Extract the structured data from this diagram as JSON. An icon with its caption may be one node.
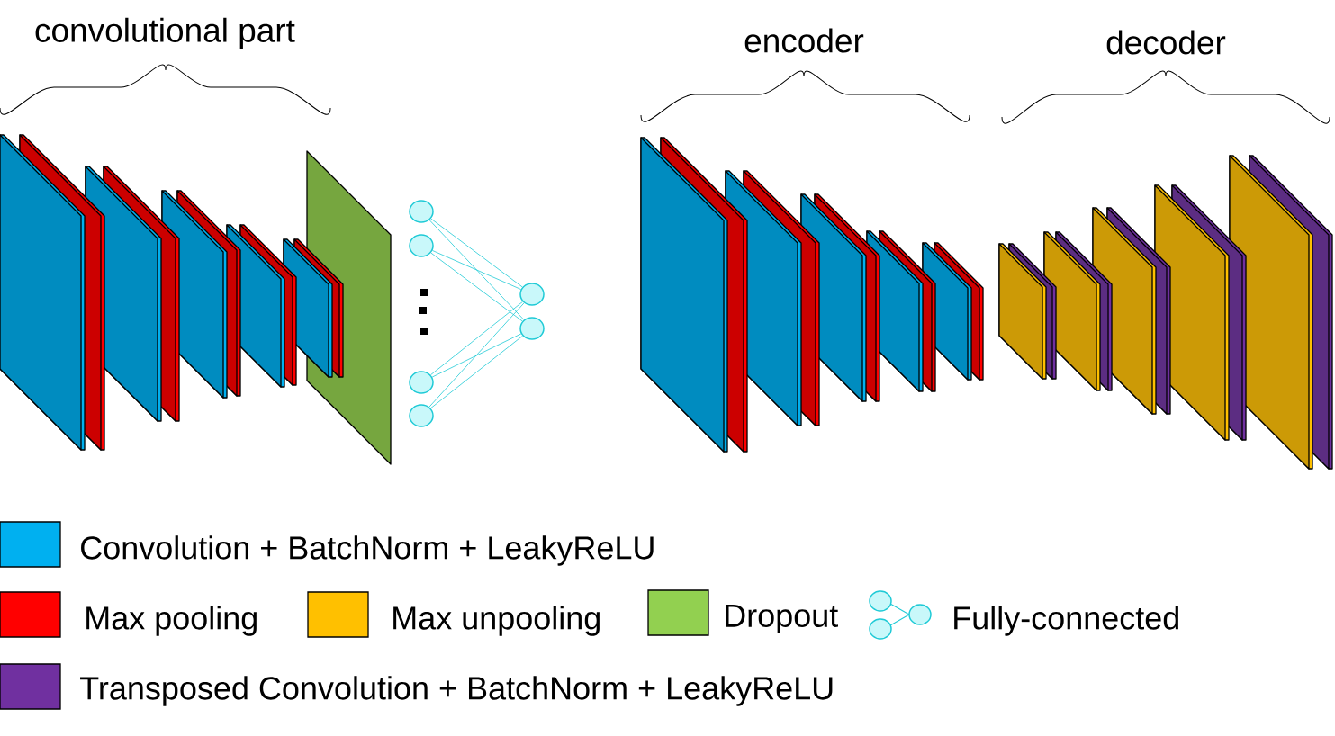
{
  "diagram": {
    "nodes": [
      {
        "text": [],
        "shape": "circle"
      },
      {
        "text": [],
        "shape": "circle"
      },
      {
        "text": [],
        "shape": "circle"
      },
      {
        "text": [],
        "shape": "circle"
      },
      {
        "text": [],
        "shape": "circle"
      },
      {
        "text": [],
        "shape": "circle"
      }
    ],
    "edges": [
      {
        "from": 0,
        "to": 4,
        "arrow": "none"
      },
      {
        "from": 0,
        "to": 5,
        "arrow": "none"
      },
      {
        "from": 1,
        "to": 4,
        "arrow": "none"
      },
      {
        "from": 1,
        "to": 5,
        "arrow": "none"
      },
      {
        "from": 2,
        "to": 4,
        "arrow": "none"
      },
      {
        "from": 2,
        "to": 5,
        "arrow": "none"
      },
      {
        "from": 3,
        "to": 4,
        "arrow": "none"
      },
      {
        "from": 3,
        "to": 5,
        "arrow": "none"
      }
    ],
    "labels": [
      "convolutional part",
      "encoder",
      "decoder"
    ],
    "legend": [
      {
        "text": "Convolution + BatchNorm + LeakyReLU",
        "color": "#00b0f0"
      },
      {
        "text": "Max pooling",
        "color": "#ff0000"
      },
      {
        "text": "Max unpooling",
        "color": "#ffc000"
      },
      {
        "text": "Dropout",
        "color": "#92d050"
      },
      {
        "text": "Fully-connected"
      },
      {
        "text": "Transposed Convolution + BatchNorm + LeakyReLU",
        "color": "#7030a0"
      }
    ]
  }
}
